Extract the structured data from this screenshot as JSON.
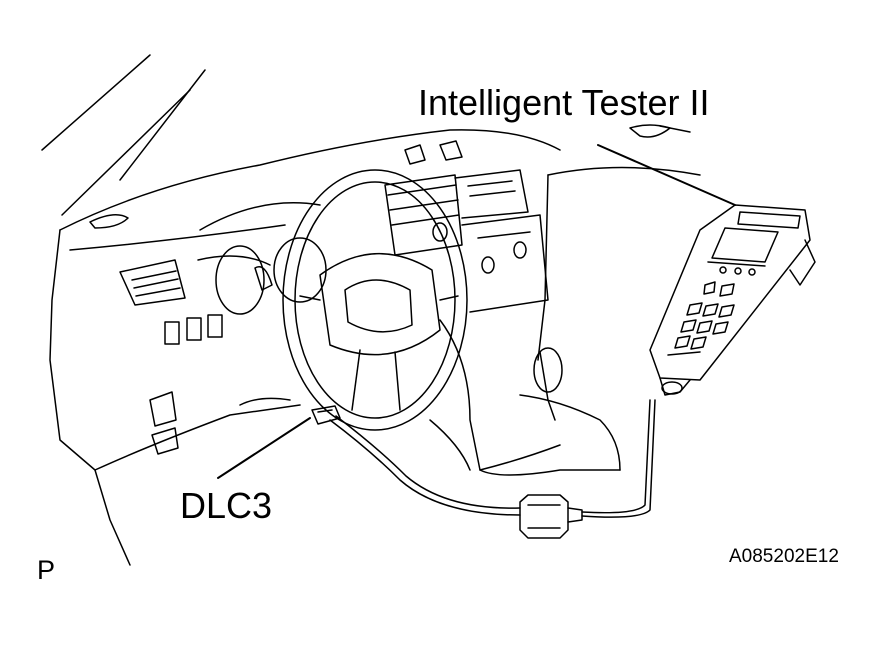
{
  "labels": {
    "tester": "Intelligent Tester II",
    "connector": "DLC3",
    "position_mark": "P",
    "figure_code": "A085202E12"
  },
  "colors": {
    "ink": "#000000",
    "paper": "#ffffff"
  }
}
